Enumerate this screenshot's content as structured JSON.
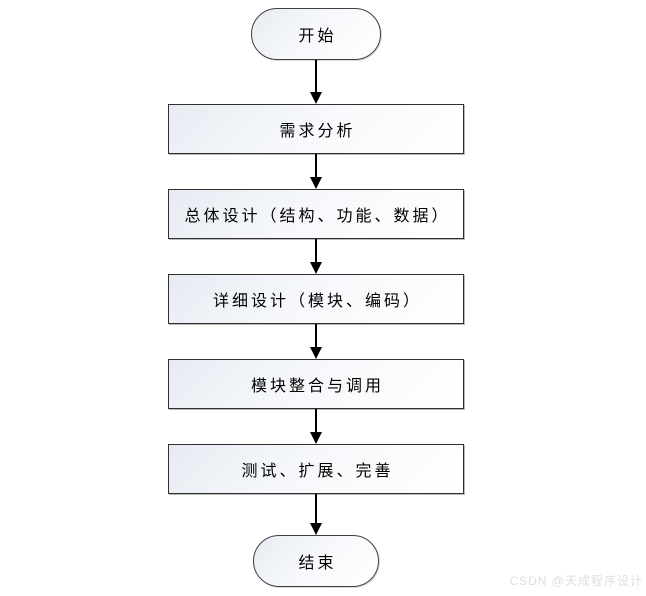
{
  "flowchart": {
    "nodes": [
      {
        "id": "start",
        "type": "terminal",
        "label": "开始"
      },
      {
        "id": "requirements-analysis",
        "type": "process",
        "label": "需求分析"
      },
      {
        "id": "overall-design",
        "type": "process",
        "label": "总体设计（结构、功能、数据）"
      },
      {
        "id": "detailed-design",
        "type": "process",
        "label": "详细设计（模块、编码）"
      },
      {
        "id": "module-integration",
        "type": "process",
        "label": "模块整合与调用"
      },
      {
        "id": "test-extend-improve",
        "type": "process",
        "label": "测试、扩展、完善"
      },
      {
        "id": "end",
        "type": "terminal",
        "label": "结束"
      }
    ],
    "edges": [
      {
        "from": "start",
        "to": "requirements-analysis"
      },
      {
        "from": "requirements-analysis",
        "to": "overall-design"
      },
      {
        "from": "overall-design",
        "to": "detailed-design"
      },
      {
        "from": "detailed-design",
        "to": "module-integration"
      },
      {
        "from": "module-integration",
        "to": "test-extend-improve"
      },
      {
        "from": "test-extend-improve",
        "to": "end"
      }
    ]
  },
  "watermark": {
    "text": "CSDN @天成程序设计"
  },
  "colors": {
    "background": "#ffffff",
    "node_fill_top_left": "#e7ebf2",
    "node_fill_bottom_right": "#ffffff",
    "process_border": "#2f2f2f",
    "terminal_border": "#3f3f3f",
    "arrow": "#000000",
    "text": "#000000",
    "watermark_text": "#dedede"
  }
}
